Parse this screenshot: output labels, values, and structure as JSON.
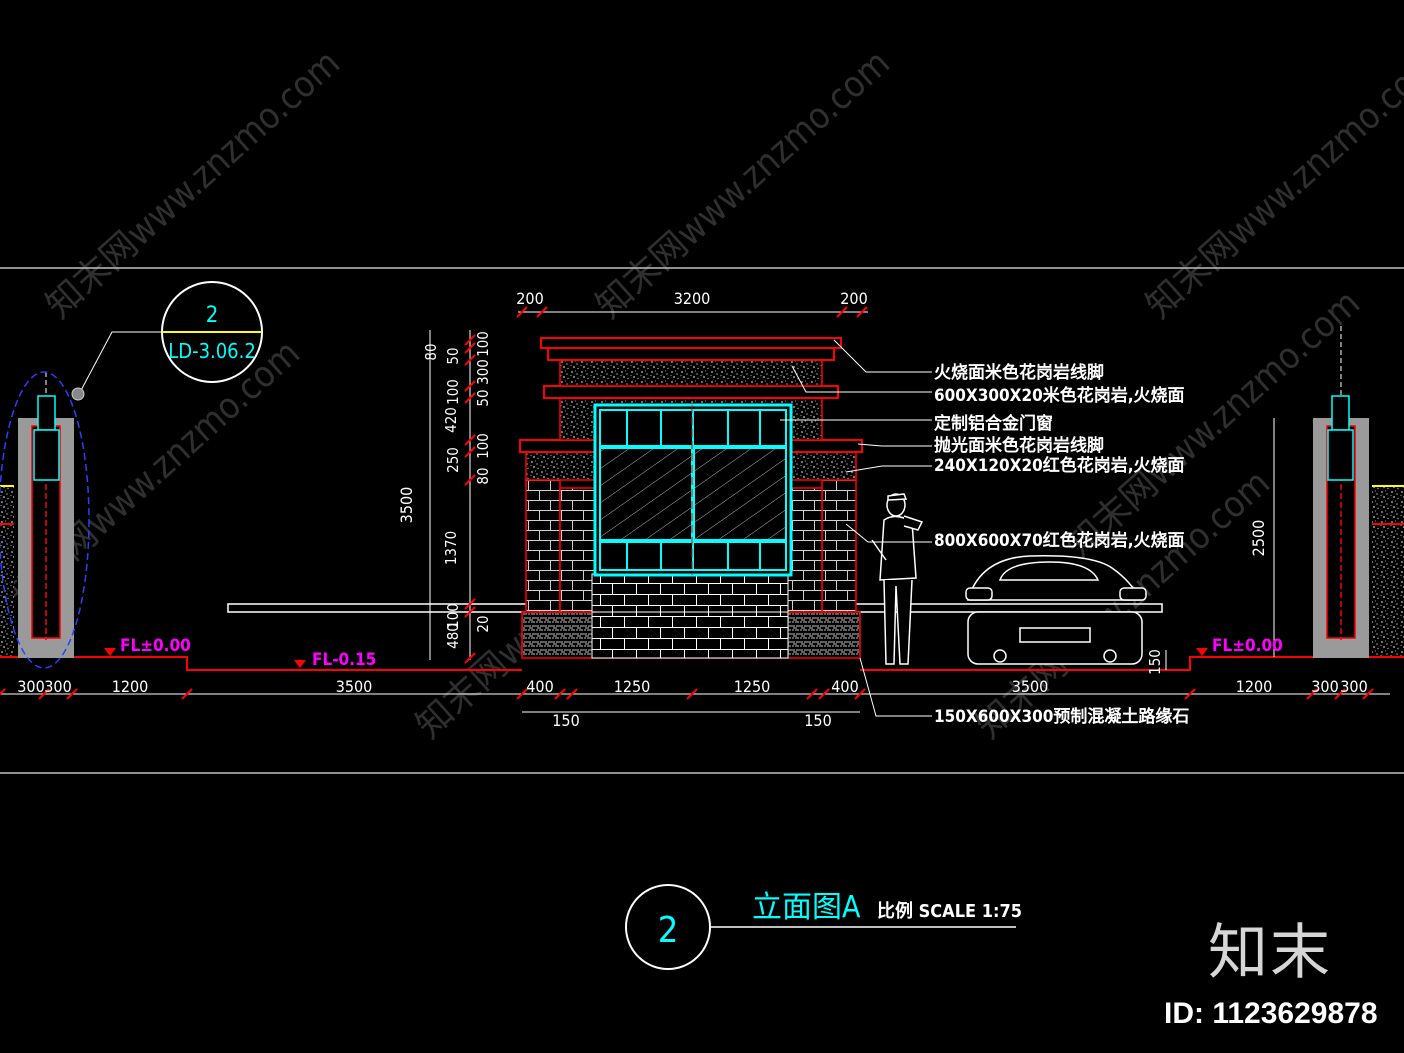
{
  "colors": {
    "background": "#000000",
    "red": "#ff0000",
    "cyan": "#00ffff",
    "white": "#ffffff",
    "magenta": "#ff00ff",
    "gray": "#9a9a9a",
    "frame": "#bfbfbf"
  },
  "watermarks": [
    "知末网www.znzmo.com"
  ],
  "callout": {
    "number": "2",
    "sheet": "LD-3.06.2"
  },
  "top_dimensions": [
    "200",
    "3200",
    "200"
  ],
  "left_vertical_dims": [
    "80",
    "50",
    "100",
    "300",
    "50",
    "100",
    "420",
    "100",
    "250",
    "80",
    "1370",
    "20",
    "100",
    "480"
  ],
  "overall_height_left": "3500",
  "overall_height_right": "2500",
  "bottom_dimensions": [
    "300",
    "300",
    "1200",
    "3500",
    "400",
    "1250",
    "1250",
    "400",
    "3500",
    "1200",
    "300",
    "300"
  ],
  "sub_dimensions": [
    "150",
    "150"
  ],
  "curb_height_dim": "150",
  "levels": {
    "left": "FL±0.00",
    "road": "FL-0.15",
    "right": "FL±0.00"
  },
  "annotations": [
    "火烧面米色花岗岩线脚",
    "600X300X20米色花岗岩,火烧面",
    "定制铝合金门窗",
    "抛光面米色花岗岩线脚",
    "240X120X20红色花岗岩,火烧面",
    "800X600X70红色花岗岩,火烧面",
    "150X600X300预制混凝土路缘石"
  ],
  "title": {
    "number": "2",
    "name": "立面图A",
    "scale_label": "比例 SCALE 1:75"
  },
  "brand": {
    "logo_text": "知末",
    "id_label": "ID: 1123629878"
  }
}
